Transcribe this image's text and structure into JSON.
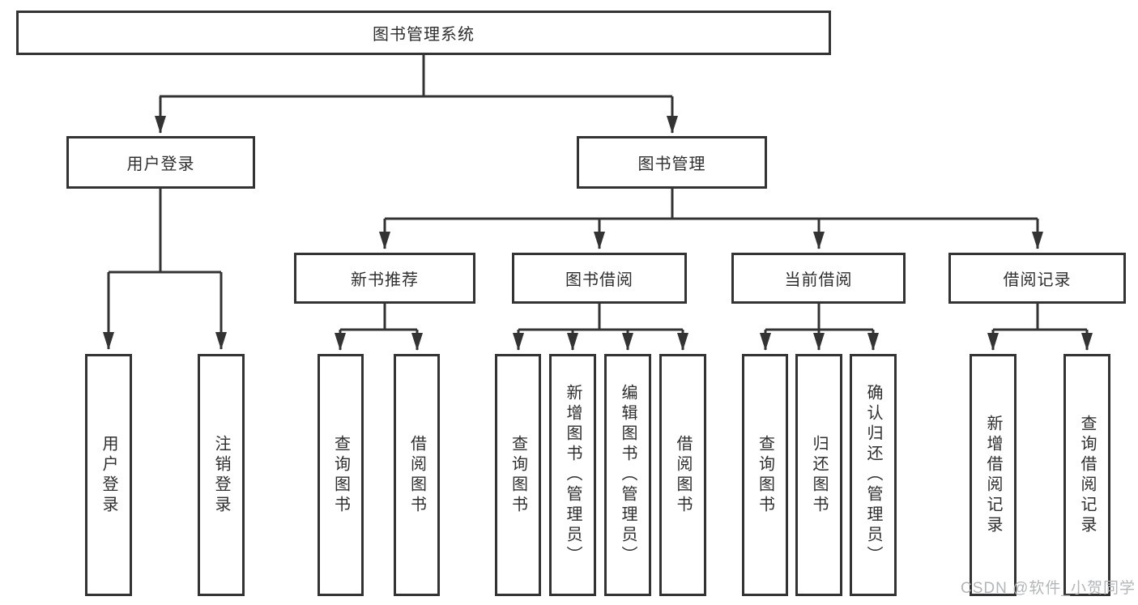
{
  "diagram_title": "图书管理系统",
  "colors": {
    "line": "#333333",
    "box_border": "#333333",
    "text": "#2e2e2e",
    "watermark": "#b3b6b9",
    "background": "#ffffff"
  },
  "watermark": {
    "text": "CSDN @软件_小贺同学"
  },
  "tree": {
    "root": {
      "label": "图书管理系统",
      "children": [
        {
          "label": "用户登录",
          "children": [
            {
              "label": "用户登录"
            },
            {
              "label": "注销登录"
            }
          ]
        },
        {
          "label": "图书管理",
          "children": [
            {
              "label": "新书推荐",
              "children": [
                {
                  "label": "查询图书"
                },
                {
                  "label": "借阅图书"
                }
              ]
            },
            {
              "label": "图书借阅",
              "children": [
                {
                  "label": "查询图书"
                },
                {
                  "label": "新增图书（管理员）"
                },
                {
                  "label": "编辑图书（管理员）"
                },
                {
                  "label": "借阅图书"
                }
              ]
            },
            {
              "label": "当前借阅",
              "children": [
                {
                  "label": "查询图书"
                },
                {
                  "label": "归还图书"
                },
                {
                  "label": "确认归还（管理员）"
                }
              ]
            },
            {
              "label": "借阅记录",
              "children": [
                {
                  "label": "新增借阅记录"
                },
                {
                  "label": "查询借阅记录"
                }
              ]
            }
          ]
        }
      ]
    }
  }
}
